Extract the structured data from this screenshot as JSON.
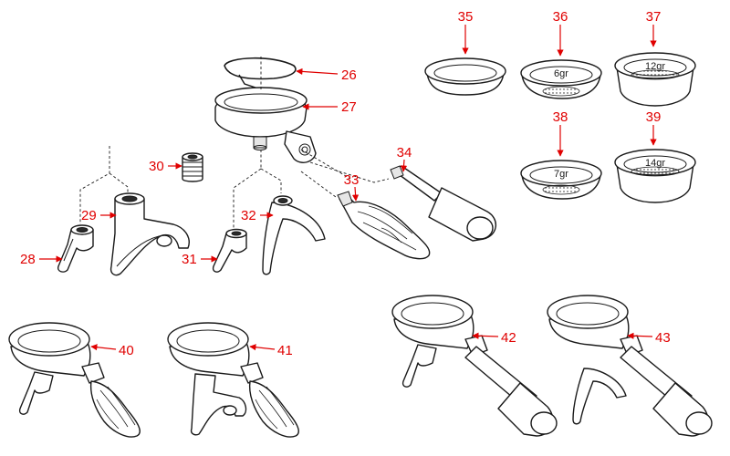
{
  "colors": {
    "callout": "#e00000",
    "line": "#1a1a1a"
  },
  "callouts": {
    "p26": "26",
    "p27": "27",
    "p28": "28",
    "p29": "29",
    "p30": "30",
    "p31": "31",
    "p32": "32",
    "p33": "33",
    "p34": "34",
    "p35": "35",
    "p36": "36",
    "p37": "37",
    "p38": "38",
    "p39": "39",
    "p40": "40",
    "p41": "41",
    "p42": "42",
    "p43": "43"
  },
  "basket_labels": {
    "b36": "6gr",
    "b37": "12gr",
    "b38": "7gr",
    "b39": "14gr"
  }
}
